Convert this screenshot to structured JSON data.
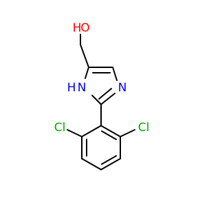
{
  "molecule": {
    "atoms": {
      "hydroxyl_oxygen": {
        "label": "O",
        "color": "#ff0000"
      },
      "hydroxyl_hydrogen": {
        "label": "H",
        "color": "#ff0000"
      },
      "imidazole_nh_nitrogen": {
        "label": "N",
        "color": "#0000ff"
      },
      "imidazole_nh_hydrogen": {
        "label": "H",
        "color": "#0000ff"
      },
      "imidazole_n3": {
        "label": "N",
        "color": "#0000ff"
      },
      "chlorine_left": {
        "label": "Cl",
        "color": "#00aa00"
      },
      "chlorine_right": {
        "label": "Cl",
        "color": "#00aa00"
      }
    }
  }
}
